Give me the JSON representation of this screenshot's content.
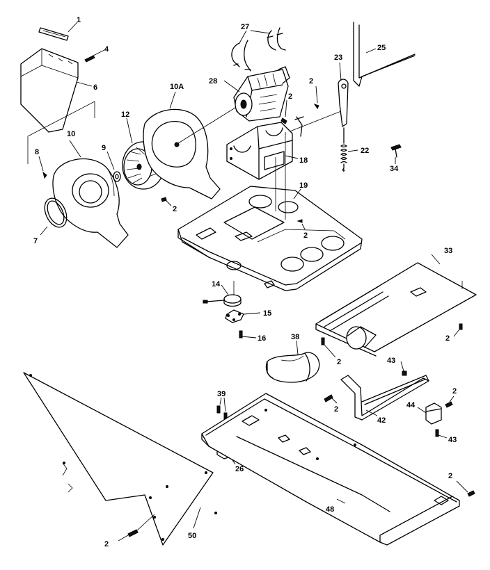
{
  "diagram": {
    "labels": {
      "p1": "1",
      "p4": "4",
      "p6": "6",
      "p8": "8",
      "p10": "10",
      "p9": "9",
      "p12": "12",
      "p10a": "10A",
      "p7": "7",
      "p2_fan": "2",
      "p27": "27",
      "p28": "28",
      "p2_motor": "2",
      "p2_motor_top": "2",
      "p23": "23",
      "p25": "25",
      "p22": "22",
      "p18": "18",
      "p34": "34",
      "p19": "19",
      "p2_base": "2",
      "p14": "14",
      "p15": "15",
      "p16": "16",
      "p33": "33",
      "p2_duct": "2",
      "p38": "38",
      "p2_duct2": "2",
      "p43_top": "43",
      "p2_bracket": "2",
      "p42": "42",
      "p44": "44",
      "p2_right": "2",
      "p43_bot": "43",
      "p39": "39",
      "p26": "26",
      "p2_base_right": "2",
      "p48": "48",
      "p50": "50",
      "p2_panel": "2"
    }
  }
}
